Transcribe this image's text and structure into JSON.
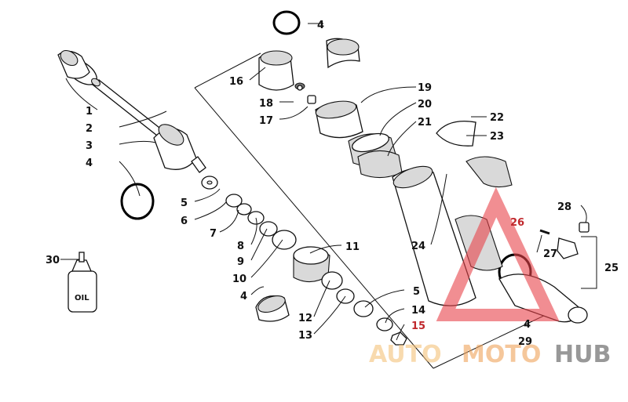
{
  "labels": {
    "n1": "1",
    "n2": "2",
    "n3": "3",
    "n4a": "4",
    "n4b": "4",
    "n4c": "4",
    "n4d": "4",
    "n5a": "5",
    "n5b": "5",
    "n6": "6",
    "n7": "7",
    "n8": "8",
    "n9": "9",
    "n10": "10",
    "n11": "11",
    "n12": "12",
    "n13": "13",
    "n14": "14",
    "n15": "15",
    "n16": "16",
    "n17": "17",
    "n18": "18",
    "n19": "19",
    "n20": "20",
    "n21": "21",
    "n22": "22",
    "n23": "23",
    "n24": "24",
    "n25": "25",
    "n26": "26",
    "n27": "27",
    "n28": "28",
    "n29": "29",
    "n30": "30"
  },
  "oil_bottle_text": "OIL",
  "watermark": {
    "part1": "AUTO",
    "part2": "MOTO",
    "part3": "HUB",
    "color_light": "#f4c27a",
    "color_mid": "#f0a35a",
    "color_dark": "#555555",
    "logo_color": "#e8434a"
  }
}
